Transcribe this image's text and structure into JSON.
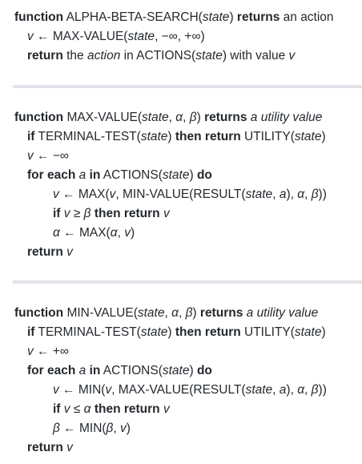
{
  "kw": {
    "function": "function",
    "returns": "returns",
    "return": "return",
    "if": "if",
    "then_return": "then return",
    "for_each": "for each",
    "in": "in",
    "do": "do"
  },
  "alpha_beta_search": {
    "header": {
      "name": "ALPHA-BETA-SEARCH(",
      "param": "state",
      "close": ")",
      "returns_desc": "an action"
    },
    "line1": {
      "v": "v",
      "rest": " ← MAX-VALUE(",
      "state": "state",
      "args": ", −∞, +∞)"
    },
    "line2": {
      "the": " the ",
      "action": "action",
      "in_actions": " in ACTIONS(",
      "state": "state",
      "with_value": ") with value ",
      "v": "v"
    }
  },
  "max_value": {
    "header": {
      "name": "MAX-VALUE(",
      "state": "state",
      "comma1": ", ",
      "alpha": "α",
      "comma2": ", ",
      "beta": "β",
      "close": ")",
      "a": "a",
      "utility_value": "utility value"
    },
    "terminal": {
      "test": " TERMINAL-TEST(",
      "state": "state",
      "close": ") ",
      "utility": " UTILITY(",
      "state2": "state",
      "close2": ")"
    },
    "init": {
      "v": "v",
      "rest": " ← −∞"
    },
    "loop": {
      "a": "a",
      "actions": " ACTIONS(",
      "state": "state",
      "close": ") "
    },
    "update": {
      "v": "v",
      "part1": " ← MAX(",
      "v2": "v",
      "part2": ", MIN-VALUE(RESULT(",
      "state": "state",
      "comma": ", ",
      "a": "a",
      "part3": "), ",
      "alpha": "α",
      "comma2": ", ",
      "beta": "β",
      "close": "))"
    },
    "prune": {
      "v": "v",
      "op": " ≥ ",
      "beta": "β",
      "v2": "v"
    },
    "bound": {
      "alpha": "α",
      "part1": " ← MAX(",
      "alpha2": "α",
      "comma": ", ",
      "v": "v",
      "close": ")"
    },
    "ret": {
      "v": "v"
    }
  },
  "min_value": {
    "header": {
      "name": "MIN-VALUE(",
      "state": "state",
      "comma1": ", ",
      "alpha": "α",
      "comma2": ", ",
      "beta": "β",
      "close": ")",
      "a": "a",
      "utility_value": "utility value"
    },
    "terminal": {
      "test": " TERMINAL-TEST(",
      "state": "state",
      "close": ") ",
      "utility": " UTILITY(",
      "state2": "state",
      "close2": ")"
    },
    "init": {
      "v": "v",
      "rest": " ← +∞"
    },
    "loop": {
      "a": "a",
      "actions": " ACTIONS(",
      "state": "state",
      "close": ") "
    },
    "update": {
      "v": "v",
      "part1": " ← MIN(",
      "v2": "v",
      "part2": ", MAX-VALUE(RESULT(",
      "state": "state",
      "comma": ", ",
      "a": "a",
      "part3": "), ",
      "alpha": "α",
      "comma2": ", ",
      "beta": "β",
      "close": "))"
    },
    "prune": {
      "v": "v",
      "op": " ≤ ",
      "alpha": "α",
      "v2": "v"
    },
    "bound": {
      "beta": "β",
      "part1": " ← MIN(",
      "beta2": "β",
      "comma": ", ",
      "v": "v",
      "close": ")"
    },
    "ret": {
      "v": "v"
    }
  }
}
